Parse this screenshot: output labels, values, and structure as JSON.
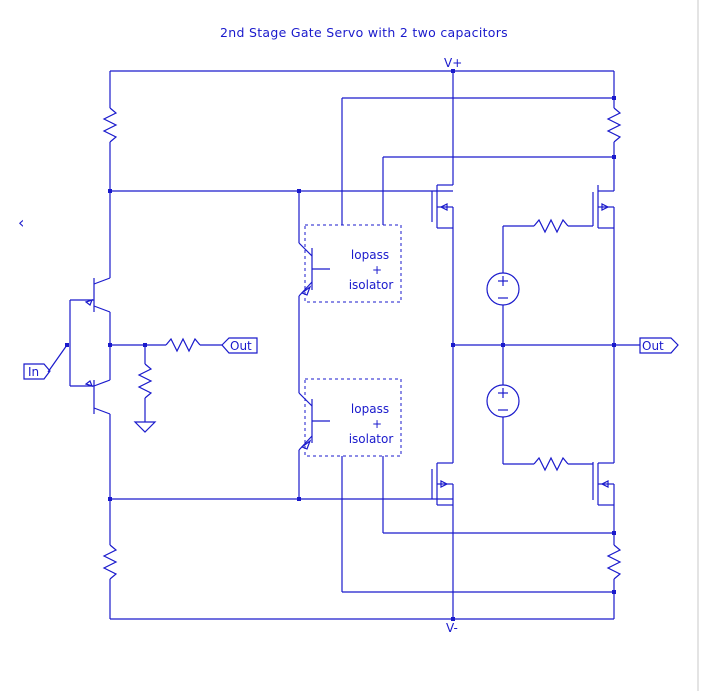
{
  "title": "2nd Stage Gate Servo with 2 two capacitors",
  "supply_pos_label": "V+",
  "supply_neg_label": "V-",
  "input_label": "In",
  "output_left_label": "Out",
  "output_right_label": "Out",
  "upper_block": {
    "line1": "lopass",
    "line2": "+",
    "line3": "isolator"
  },
  "lower_block": {
    "line1": "lopass",
    "line2": "+",
    "line3": "isolator"
  },
  "left_glyph": "‹",
  "colors": {
    "wire": "#1a1acc",
    "background": "#ffffff"
  }
}
